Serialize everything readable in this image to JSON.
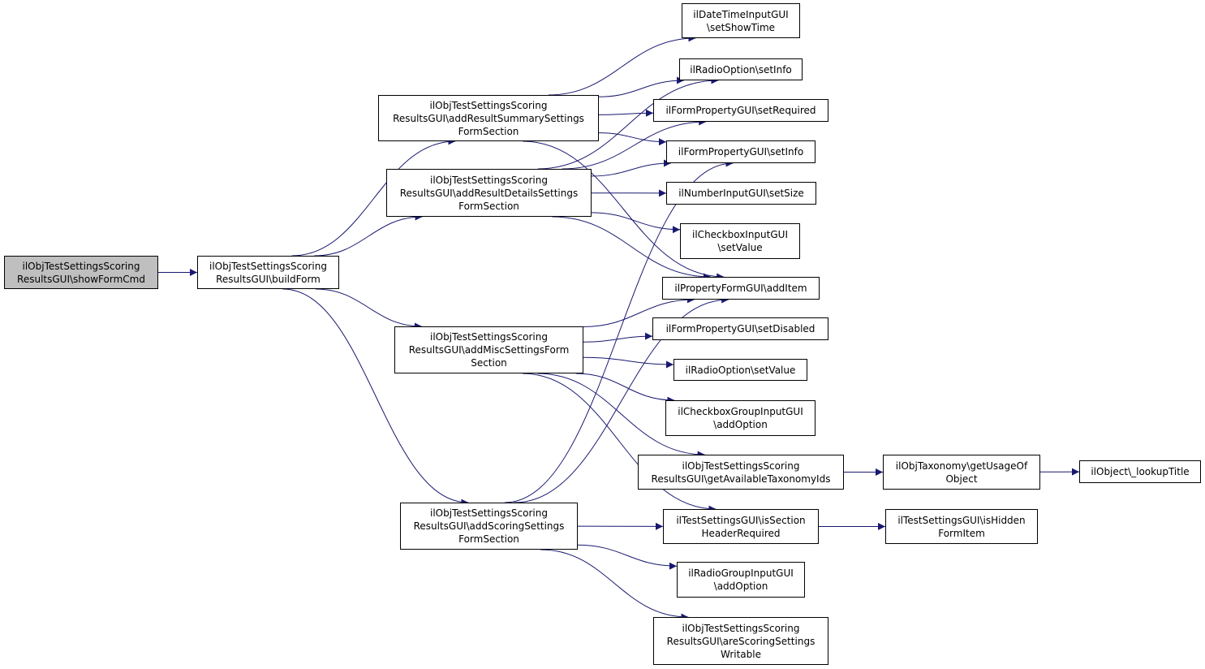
{
  "colors": {
    "edge": "#191970",
    "node_border": "#000000",
    "node_fill": "#ffffff",
    "root_fill": "#bfbfbf"
  },
  "nodes": {
    "show_form_cmd": [
      "ilObjTestSettingsScoring",
      "ResultsGUI\\showFormCmd"
    ],
    "build_form": [
      "ilObjTestSettingsScoring",
      "ResultsGUI\\buildForm"
    ],
    "add_result_summary": [
      "ilObjTestSettingsScoring",
      "ResultsGUI\\addResultSummarySettings",
      "FormSection"
    ],
    "add_result_details": [
      "ilObjTestSettingsScoring",
      "ResultsGUI\\addResultDetailsSettings",
      "FormSection"
    ],
    "add_misc_settings": [
      "ilObjTestSettingsScoring",
      "ResultsGUI\\addMiscSettingsForm",
      "Section"
    ],
    "add_scoring_settings": [
      "ilObjTestSettingsScoring",
      "ResultsGUI\\addScoringSettings",
      "FormSection"
    ],
    "datetime_set_show_time": [
      "ilDateTimeInputGUI",
      "\\setShowTime"
    ],
    "radio_option_set_info": [
      "ilRadioOption\\setInfo"
    ],
    "form_property_set_required": [
      "ilFormPropertyGUI\\setRequired"
    ],
    "form_property_set_info": [
      "ilFormPropertyGUI\\setInfo"
    ],
    "number_input_set_size": [
      "ilNumberInputGUI\\setSize"
    ],
    "checkbox_input_set_value": [
      "ilCheckboxInputGUI",
      "\\setValue"
    ],
    "property_form_add_item": [
      "ilPropertyFormGUI\\addItem"
    ],
    "form_property_set_disabled": [
      "ilFormPropertyGUI\\setDisabled"
    ],
    "radio_option_set_value": [
      "ilRadioOption\\setValue"
    ],
    "checkbox_group_add_option": [
      "ilCheckboxGroupInputGUI",
      "\\addOption"
    ],
    "get_available_taxonomy_ids": [
      "ilObjTestSettingsScoring",
      "ResultsGUI\\getAvailableTaxonomyIds"
    ],
    "taxonomy_get_usage_of_object": [
      "ilObjTaxonomy\\getUsageOf",
      "Object"
    ],
    "object_lookup_title": [
      "ilObject\\_lookupTitle"
    ],
    "is_section_header_required": [
      "ilTestSettingsGUI\\isSection",
      "HeaderRequired"
    ],
    "is_hidden_form_item": [
      "ilTestSettingsGUI\\isHidden",
      "FormItem"
    ],
    "radio_group_add_option": [
      "ilRadioGroupInputGUI",
      "\\addOption"
    ],
    "are_scoring_settings_writable": [
      "ilObjTestSettingsScoring",
      "ResultsGUI\\areScoringSettings",
      "Writable"
    ]
  },
  "edges": [
    [
      "show_form_cmd",
      "build_form"
    ],
    [
      "build_form",
      "add_result_summary"
    ],
    [
      "build_form",
      "add_result_details"
    ],
    [
      "build_form",
      "add_misc_settings"
    ],
    [
      "build_form",
      "add_scoring_settings"
    ],
    [
      "add_result_summary",
      "datetime_set_show_time"
    ],
    [
      "add_result_summary",
      "radio_option_set_info"
    ],
    [
      "add_result_summary",
      "form_property_set_required"
    ],
    [
      "add_result_summary",
      "form_property_set_info"
    ],
    [
      "add_result_summary",
      "property_form_add_item"
    ],
    [
      "add_result_details",
      "radio_option_set_info"
    ],
    [
      "add_result_details",
      "form_property_set_required"
    ],
    [
      "add_result_details",
      "form_property_set_info"
    ],
    [
      "add_result_details",
      "number_input_set_size"
    ],
    [
      "add_result_details",
      "checkbox_input_set_value"
    ],
    [
      "add_result_details",
      "property_form_add_item"
    ],
    [
      "add_misc_settings",
      "property_form_add_item"
    ],
    [
      "add_misc_settings",
      "form_property_set_disabled"
    ],
    [
      "add_misc_settings",
      "radio_option_set_value"
    ],
    [
      "add_misc_settings",
      "checkbox_group_add_option"
    ],
    [
      "add_misc_settings",
      "get_available_taxonomy_ids"
    ],
    [
      "add_misc_settings",
      "is_section_header_required"
    ],
    [
      "add_scoring_settings",
      "form_property_set_info"
    ],
    [
      "add_scoring_settings",
      "property_form_add_item"
    ],
    [
      "add_scoring_settings",
      "is_section_header_required"
    ],
    [
      "add_scoring_settings",
      "radio_group_add_option"
    ],
    [
      "add_scoring_settings",
      "are_scoring_settings_writable"
    ],
    [
      "get_available_taxonomy_ids",
      "taxonomy_get_usage_of_object"
    ],
    [
      "taxonomy_get_usage_of_object",
      "object_lookup_title"
    ],
    [
      "is_section_header_required",
      "is_hidden_form_item"
    ]
  ]
}
